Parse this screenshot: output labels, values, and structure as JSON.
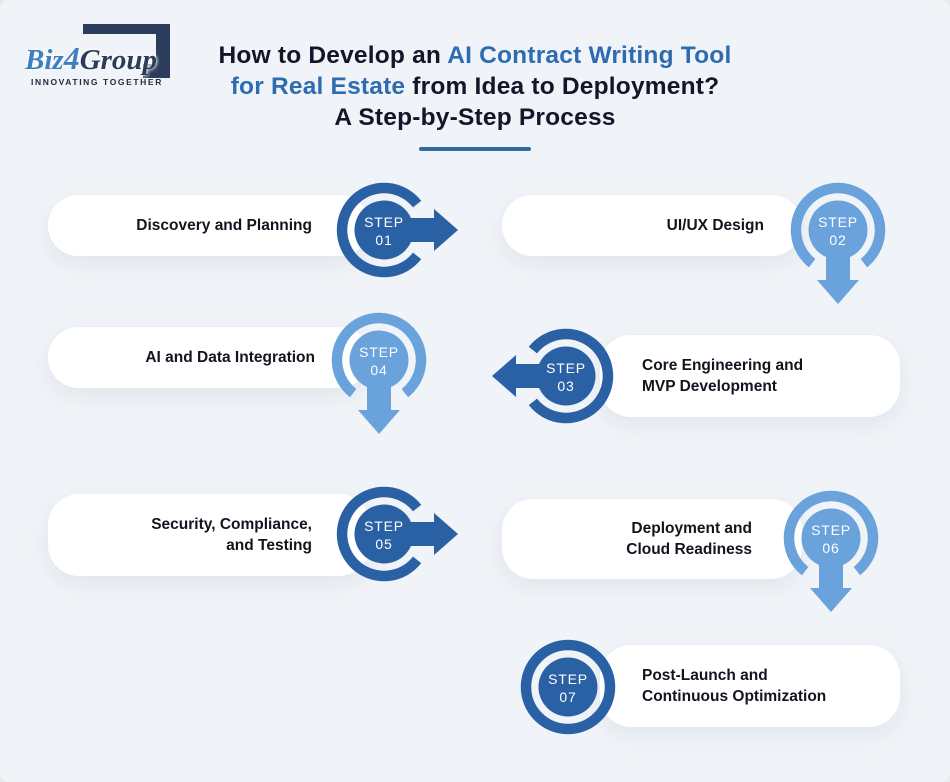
{
  "page": {
    "background": "#f0f3f7"
  },
  "logo": {
    "part_biz": "Biz",
    "part_4": "4",
    "part_group": "Group",
    "tagline": "INNOVATING TOGETHER",
    "bracket_color": "#2c3c5c"
  },
  "title": {
    "line1_dark": "How to Develop an ",
    "line1_blue": "AI Contract Writing Tool",
    "line2_blue": "for Real Estate",
    "line2_dark": " from Idea to Deployment?",
    "line3": "A Step-by-Step Process"
  },
  "colors": {
    "dark_blue": "#2a60a4",
    "light_blue": "#6aa2db",
    "title_accent": "#2e6cb2",
    "divider": "#2e6da4",
    "text_dark": "#15152a"
  },
  "steps": [
    {
      "step_label": "STEP",
      "number": "01",
      "title": "Discovery and Planning",
      "color": "dark",
      "arrow": "right"
    },
    {
      "step_label": "STEP",
      "number": "02",
      "title": "UI/UX Design",
      "color": "light",
      "arrow": "down"
    },
    {
      "step_label": "STEP",
      "number": "03",
      "title": "Core Engineering and\nMVP Development",
      "color": "dark",
      "arrow": "left"
    },
    {
      "step_label": "STEP",
      "number": "04",
      "title": "AI and Data Integration",
      "color": "light",
      "arrow": "down"
    },
    {
      "step_label": "STEP",
      "number": "05",
      "title": "Security, Compliance,\nand Testing",
      "color": "dark",
      "arrow": "right"
    },
    {
      "step_label": "STEP",
      "number": "06",
      "title": "Deployment and\nCloud Readiness",
      "color": "light",
      "arrow": "down"
    },
    {
      "step_label": "STEP",
      "number": "07",
      "title": "Post-Launch and\nContinuous Optimization",
      "color": "dark",
      "arrow": "none"
    }
  ]
}
